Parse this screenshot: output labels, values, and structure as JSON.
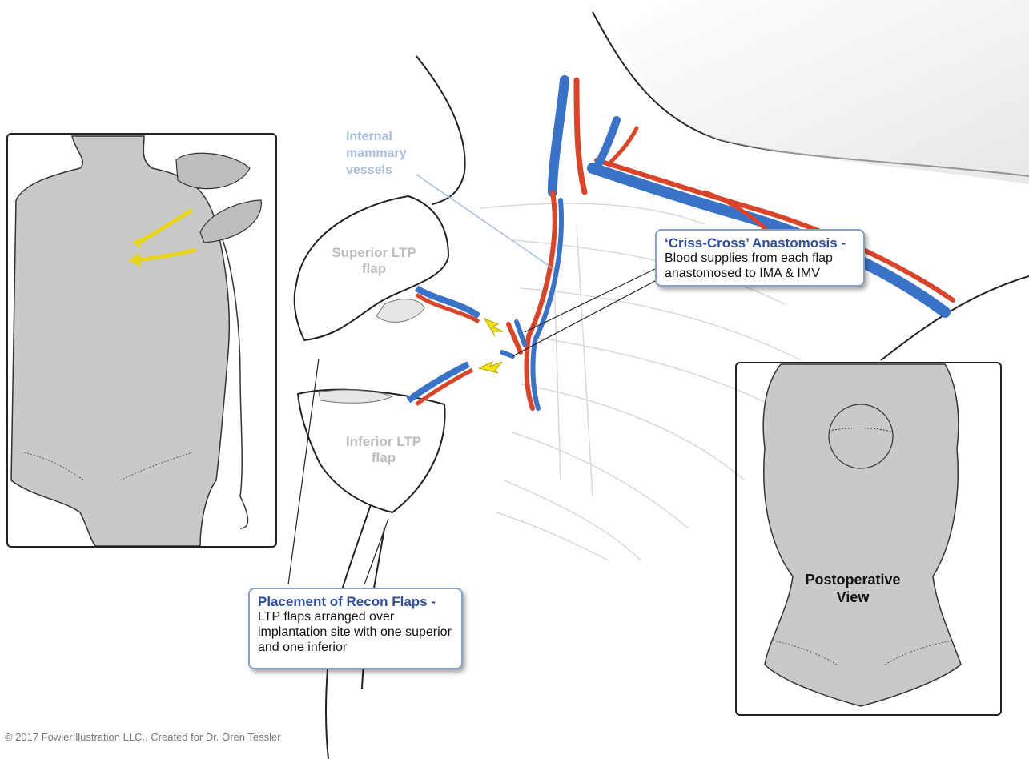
{
  "labels": {
    "vessels": "Internal mammary vessels",
    "superior_flap": "Superior LTP flap",
    "inferior_flap": "Inferior LTP flap",
    "postop": "Postoperative View"
  },
  "callouts": {
    "anastomosis": {
      "title": "‘Criss-Cross’ Anastomosis -",
      "body": "Blood supplies from each flap anastomosed to IMA & IMV"
    },
    "placement": {
      "title": "Placement of Recon Flaps -",
      "body": "LTP flaps arranged over implantation site with one superior and one inferior"
    }
  },
  "copyright": "© 2017 FowlerIllustration LLC., Created for Dr. Oren Tessler",
  "colors": {
    "artery": "#d9452b",
    "vein": "#3a72c8",
    "skin": "#c9c9c9",
    "callout_border": "#8aa0c8",
    "callout_title": "#2f4f9a",
    "arrow_yellow": "#f2e21a"
  },
  "icons": [
    "preop-figure",
    "postop-figure",
    "superior-flap",
    "inferior-flap",
    "vessels",
    "ribcage"
  ]
}
